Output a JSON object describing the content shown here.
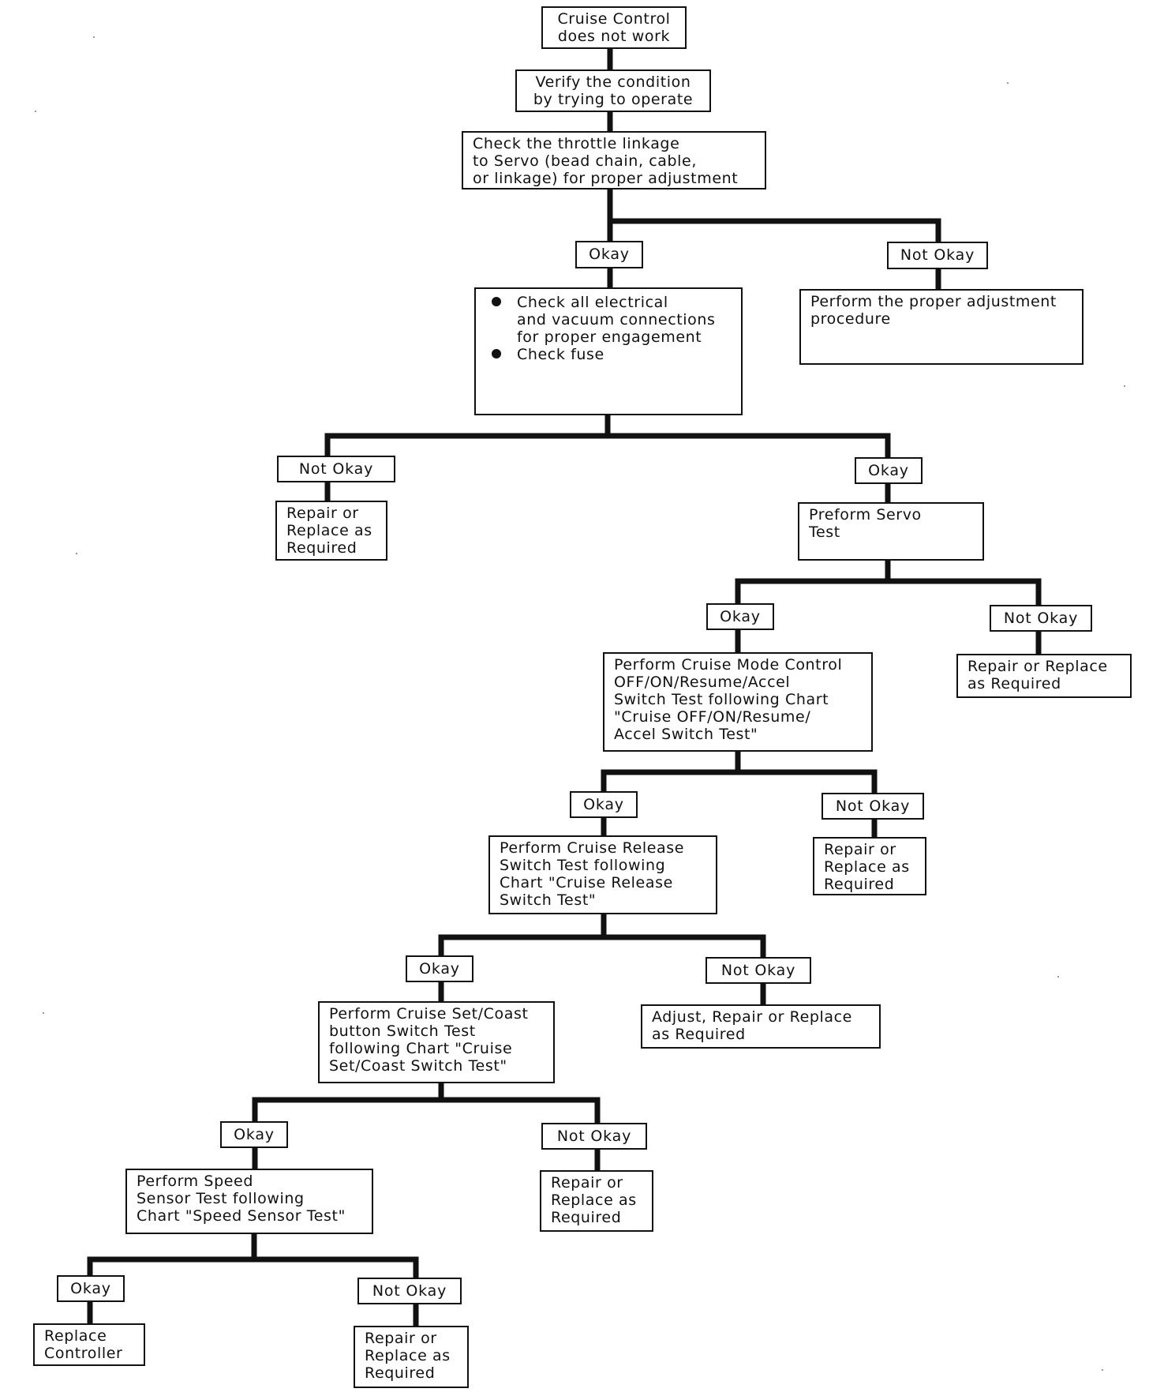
{
  "colors": {
    "line": "#111111",
    "box_border": "#111111",
    "background": "#ffffff"
  },
  "nodes": {
    "start": {
      "lines": [
        "Cruise Control",
        "does not work"
      ]
    },
    "verify": {
      "lines": [
        "Verify the condition",
        "by trying to operate"
      ]
    },
    "throttle": {
      "lines": [
        "Check the throttle linkage",
        "to Servo (bead chain, cable,",
        "or linkage) for proper adjustment"
      ]
    },
    "adjust_proc": {
      "lines": [
        "Perform the proper adjustment",
        "procedure"
      ]
    },
    "connections": {
      "bullets": [
        "Check all electrical and vacuum connections for proper engagement",
        "Check fuse"
      ],
      "bullet_lines": [
        [
          "Check all electrical",
          "and vacuum connections",
          "for proper engagement"
        ],
        [
          "Check fuse"
        ]
      ]
    },
    "repair_1": {
      "lines": [
        "Repair or",
        "Replace as",
        "Required"
      ]
    },
    "servo_test": {
      "lines": [
        "Preform Servo",
        "Test"
      ]
    },
    "repair_2": {
      "lines": [
        "Repair or Replace",
        "as Required"
      ]
    },
    "mode_switch": {
      "lines": [
        "Perform Cruise Mode Control",
        "OFF/ON/Resume/Accel",
        "Switch Test following Chart",
        "\"Cruise OFF/ON/Resume/",
        "Accel Switch Test\""
      ]
    },
    "repair_3": {
      "lines": [
        "Repair or",
        "Replace as",
        "Required"
      ]
    },
    "release": {
      "lines": [
        "Perform Cruise Release",
        "Switch Test following",
        "Chart \"Cruise Release",
        "Switch Test\""
      ]
    },
    "adjust_rr": {
      "lines": [
        "Adjust, Repair or Replace",
        "as Required"
      ]
    },
    "set_coast": {
      "lines": [
        "Perform Cruise Set/Coast",
        "button Switch Test",
        "following Chart \"Cruise",
        "Set/Coast Switch Test\""
      ]
    },
    "repair_4": {
      "lines": [
        "Repair or",
        "Replace as",
        "Required"
      ]
    },
    "speed_sensor": {
      "lines": [
        "Perform Speed",
        "Sensor Test following",
        "Chart \"Speed Sensor Test\""
      ]
    },
    "replace_ctrl": {
      "lines": [
        "Replace",
        "Controller"
      ]
    },
    "repair_5": {
      "lines": [
        "Repair or",
        "Replace as",
        "Required"
      ]
    }
  },
  "labels": {
    "okay_1": "Okay",
    "not_okay_1": "Not Okay",
    "not_okay_2": "Not Okay",
    "okay_2": "Okay",
    "okay_3": "Okay",
    "not_okay_3": "Not Okay",
    "okay_4": "Okay",
    "not_okay_4": "Not Okay",
    "okay_5": "Okay",
    "not_okay_5": "Not Okay",
    "okay_6": "Okay",
    "not_okay_6": "Not Okay",
    "okay_7": "Okay",
    "not_okay_7": "Not Okay"
  }
}
